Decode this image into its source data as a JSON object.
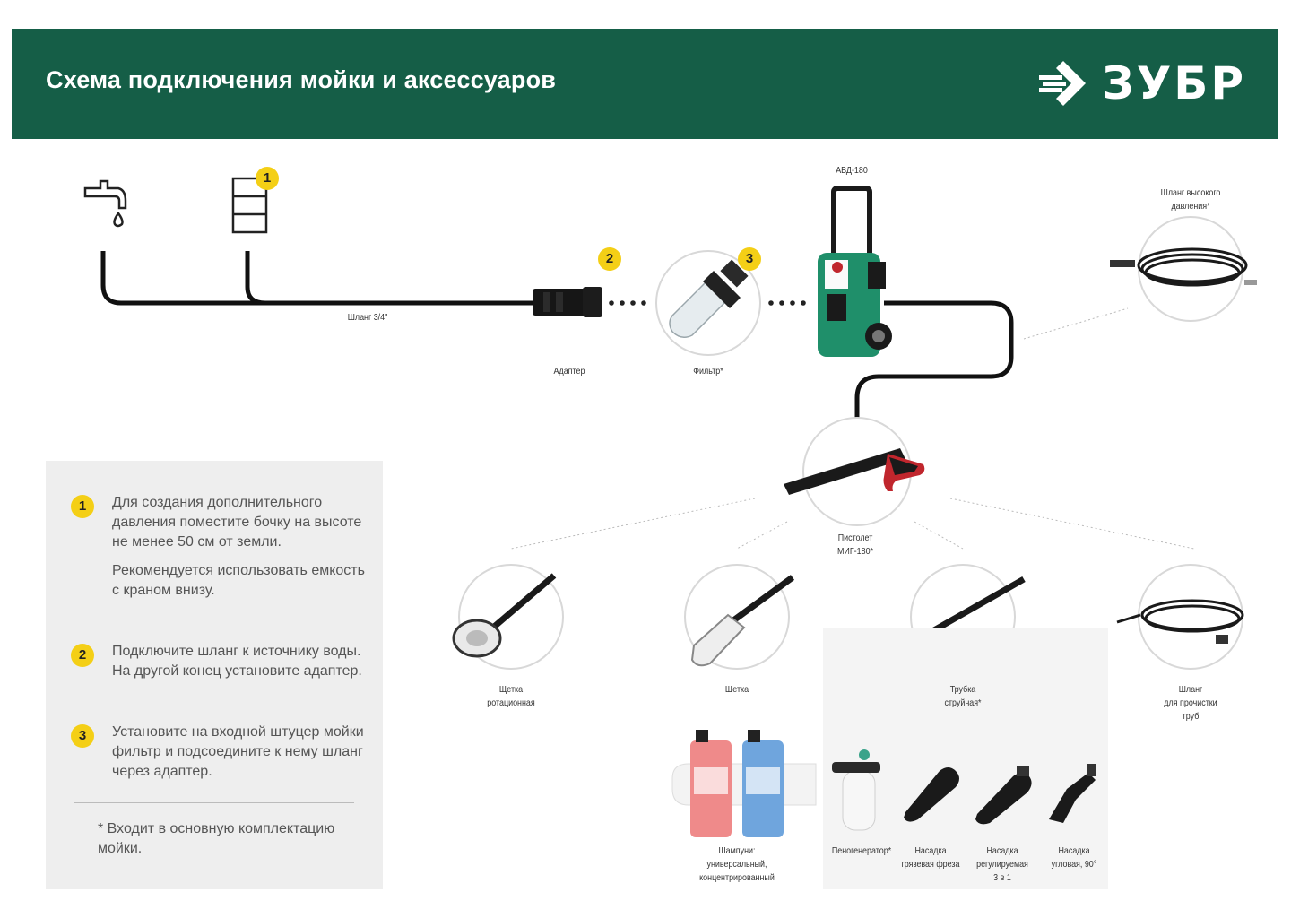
{
  "header": {
    "title": "Схема подключения мойки и аксессуаров",
    "brand": "ЗУБР",
    "background": "#155e47"
  },
  "colors": {
    "accent": "#f4cf16",
    "machine_green": "#1f8f6a",
    "hose": "#111111"
  },
  "icons": [
    "tap-icon",
    "barrel-icon"
  ],
  "badges": [
    "1",
    "2",
    "3"
  ],
  "labels": {
    "hose": "Шланг 3/4\"",
    "adapter": "Адаптер",
    "filter": "Фильтр*",
    "machine": "АВД-180",
    "high_pressure_hose": [
      "Шланг высокого",
      "давления*"
    ],
    "gun": [
      "Пистолет",
      "МИГ-180*"
    ],
    "rotary_brush": [
      "Щетка",
      "ротационная"
    ],
    "brush": "Щетка",
    "jet_tube": [
      "Трубка",
      "струйная*"
    ],
    "pipe_hose": [
      "Шланг",
      "для прочистки",
      "труб"
    ],
    "shampoo": [
      "Шампуни:",
      "универсальный,",
      "концентрированный"
    ],
    "foam": "Пеногенератор*",
    "nozzle_dirt": [
      "Насадка",
      "грязевая фреза"
    ],
    "nozzle_adj": [
      "Насадка",
      "регулируемая",
      "3 в 1"
    ],
    "nozzle_angle": [
      "Насадка",
      "угловая, 90°"
    ]
  },
  "steps": [
    {
      "number": "1",
      "paragraphs": [
        "Для создания дополнительного давления поместите бочку на высоте не менее 50 см от земли.",
        "Рекомендуется использовать емкость с краном внизу."
      ]
    },
    {
      "number": "2",
      "paragraphs": [
        "Подключите шланг к источнику воды. На другой конец установите адаптер."
      ]
    },
    {
      "number": "3",
      "paragraphs": [
        "Установите на входной штуцер мойки фильтр и подсоедините к нему шланг через адаптер."
      ]
    }
  ],
  "footnote": "* Входит в основную комплектацию мойки."
}
